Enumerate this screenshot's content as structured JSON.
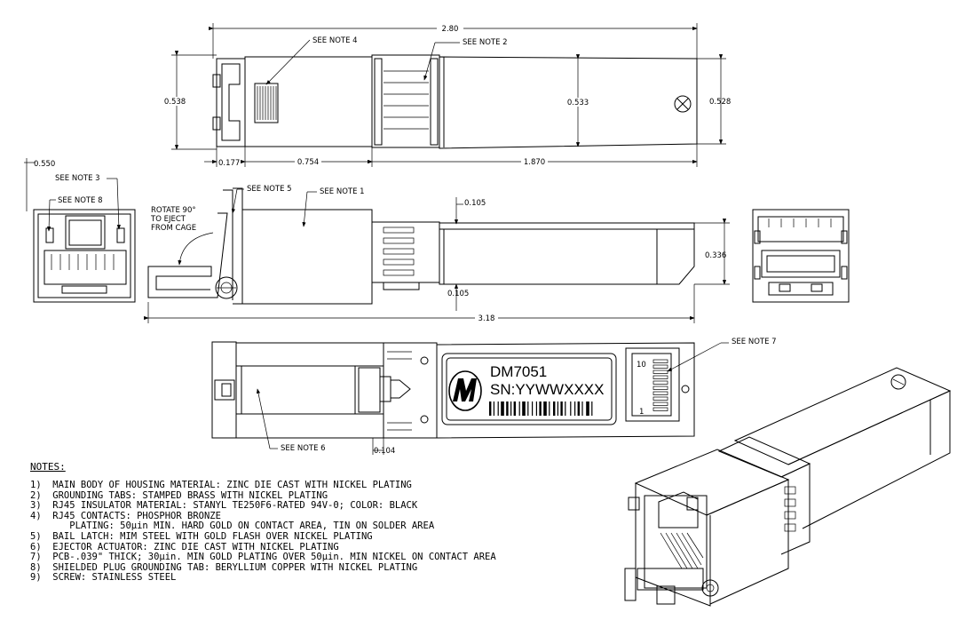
{
  "dimensions": {
    "overall_length_top": "2.80",
    "height_left": "0.538",
    "height_mid": "0.533",
    "height_right": "0.528",
    "seg_a": "0.177",
    "seg_b": "0.754",
    "seg_c": "1.870",
    "front_width": "0.550",
    "side_thickness_top": "0.105",
    "side_thickness_bottom": "0.105",
    "side_height": "0.336",
    "side_length": "3.18",
    "bottom_offset": "0.104"
  },
  "callouts": {
    "note4": "SEE NOTE 4",
    "note2": "SEE NOTE 2",
    "note3": "SEE NOTE 3",
    "note8": "SEE NOTE 8",
    "note5": "SEE NOTE 5",
    "note1": "SEE NOTE 1",
    "note7": "SEE NOTE 7",
    "note6": "SEE NOTE 6"
  },
  "rotate_text": [
    "ROTATE 90°",
    "TO EJECT",
    "FROM CAGE"
  ],
  "label": {
    "model": "DM7051",
    "serial": "SN:YYWWXXXX",
    "pin_top": "10",
    "pin_bottom": "1"
  },
  "notes": {
    "heading": "NOTES:",
    "items": [
      "1)  MAIN BODY OF HOUSING MATERIAL: ZINC DIE CAST WITH NICKEL PLATING",
      "2)  GROUNDING TABS: STAMPED BRASS WITH NICKEL PLATING",
      "3)  RJ45 INSULATOR MATERIAL: STANYL TE250F6-RATED 94V-0; COLOR: BLACK",
      "4)  RJ45 CONTACTS: PHOSPHOR BRONZE",
      "       PLATING: 50µin MIN. HARD GOLD ON CONTACT AREA, TIN ON SOLDER AREA",
      "5)  BAIL LATCH: MIM STEEL WITH GOLD FLASH OVER NICKEL PLATING",
      "6)  EJECTOR ACTUATOR: ZINC DIE CAST WITH NICKEL PLATING",
      "7)  PCB-.039\" THICK; 30µin. MIN GOLD PLATING OVER 50µin. MIN NICKEL ON CONTACT AREA",
      "8)  SHIELDED PLUG GROUNDING TAB: BERYLLIUM COPPER WITH NICKEL PLATING",
      "9)  SCREW: STAINLESS STEEL"
    ]
  }
}
